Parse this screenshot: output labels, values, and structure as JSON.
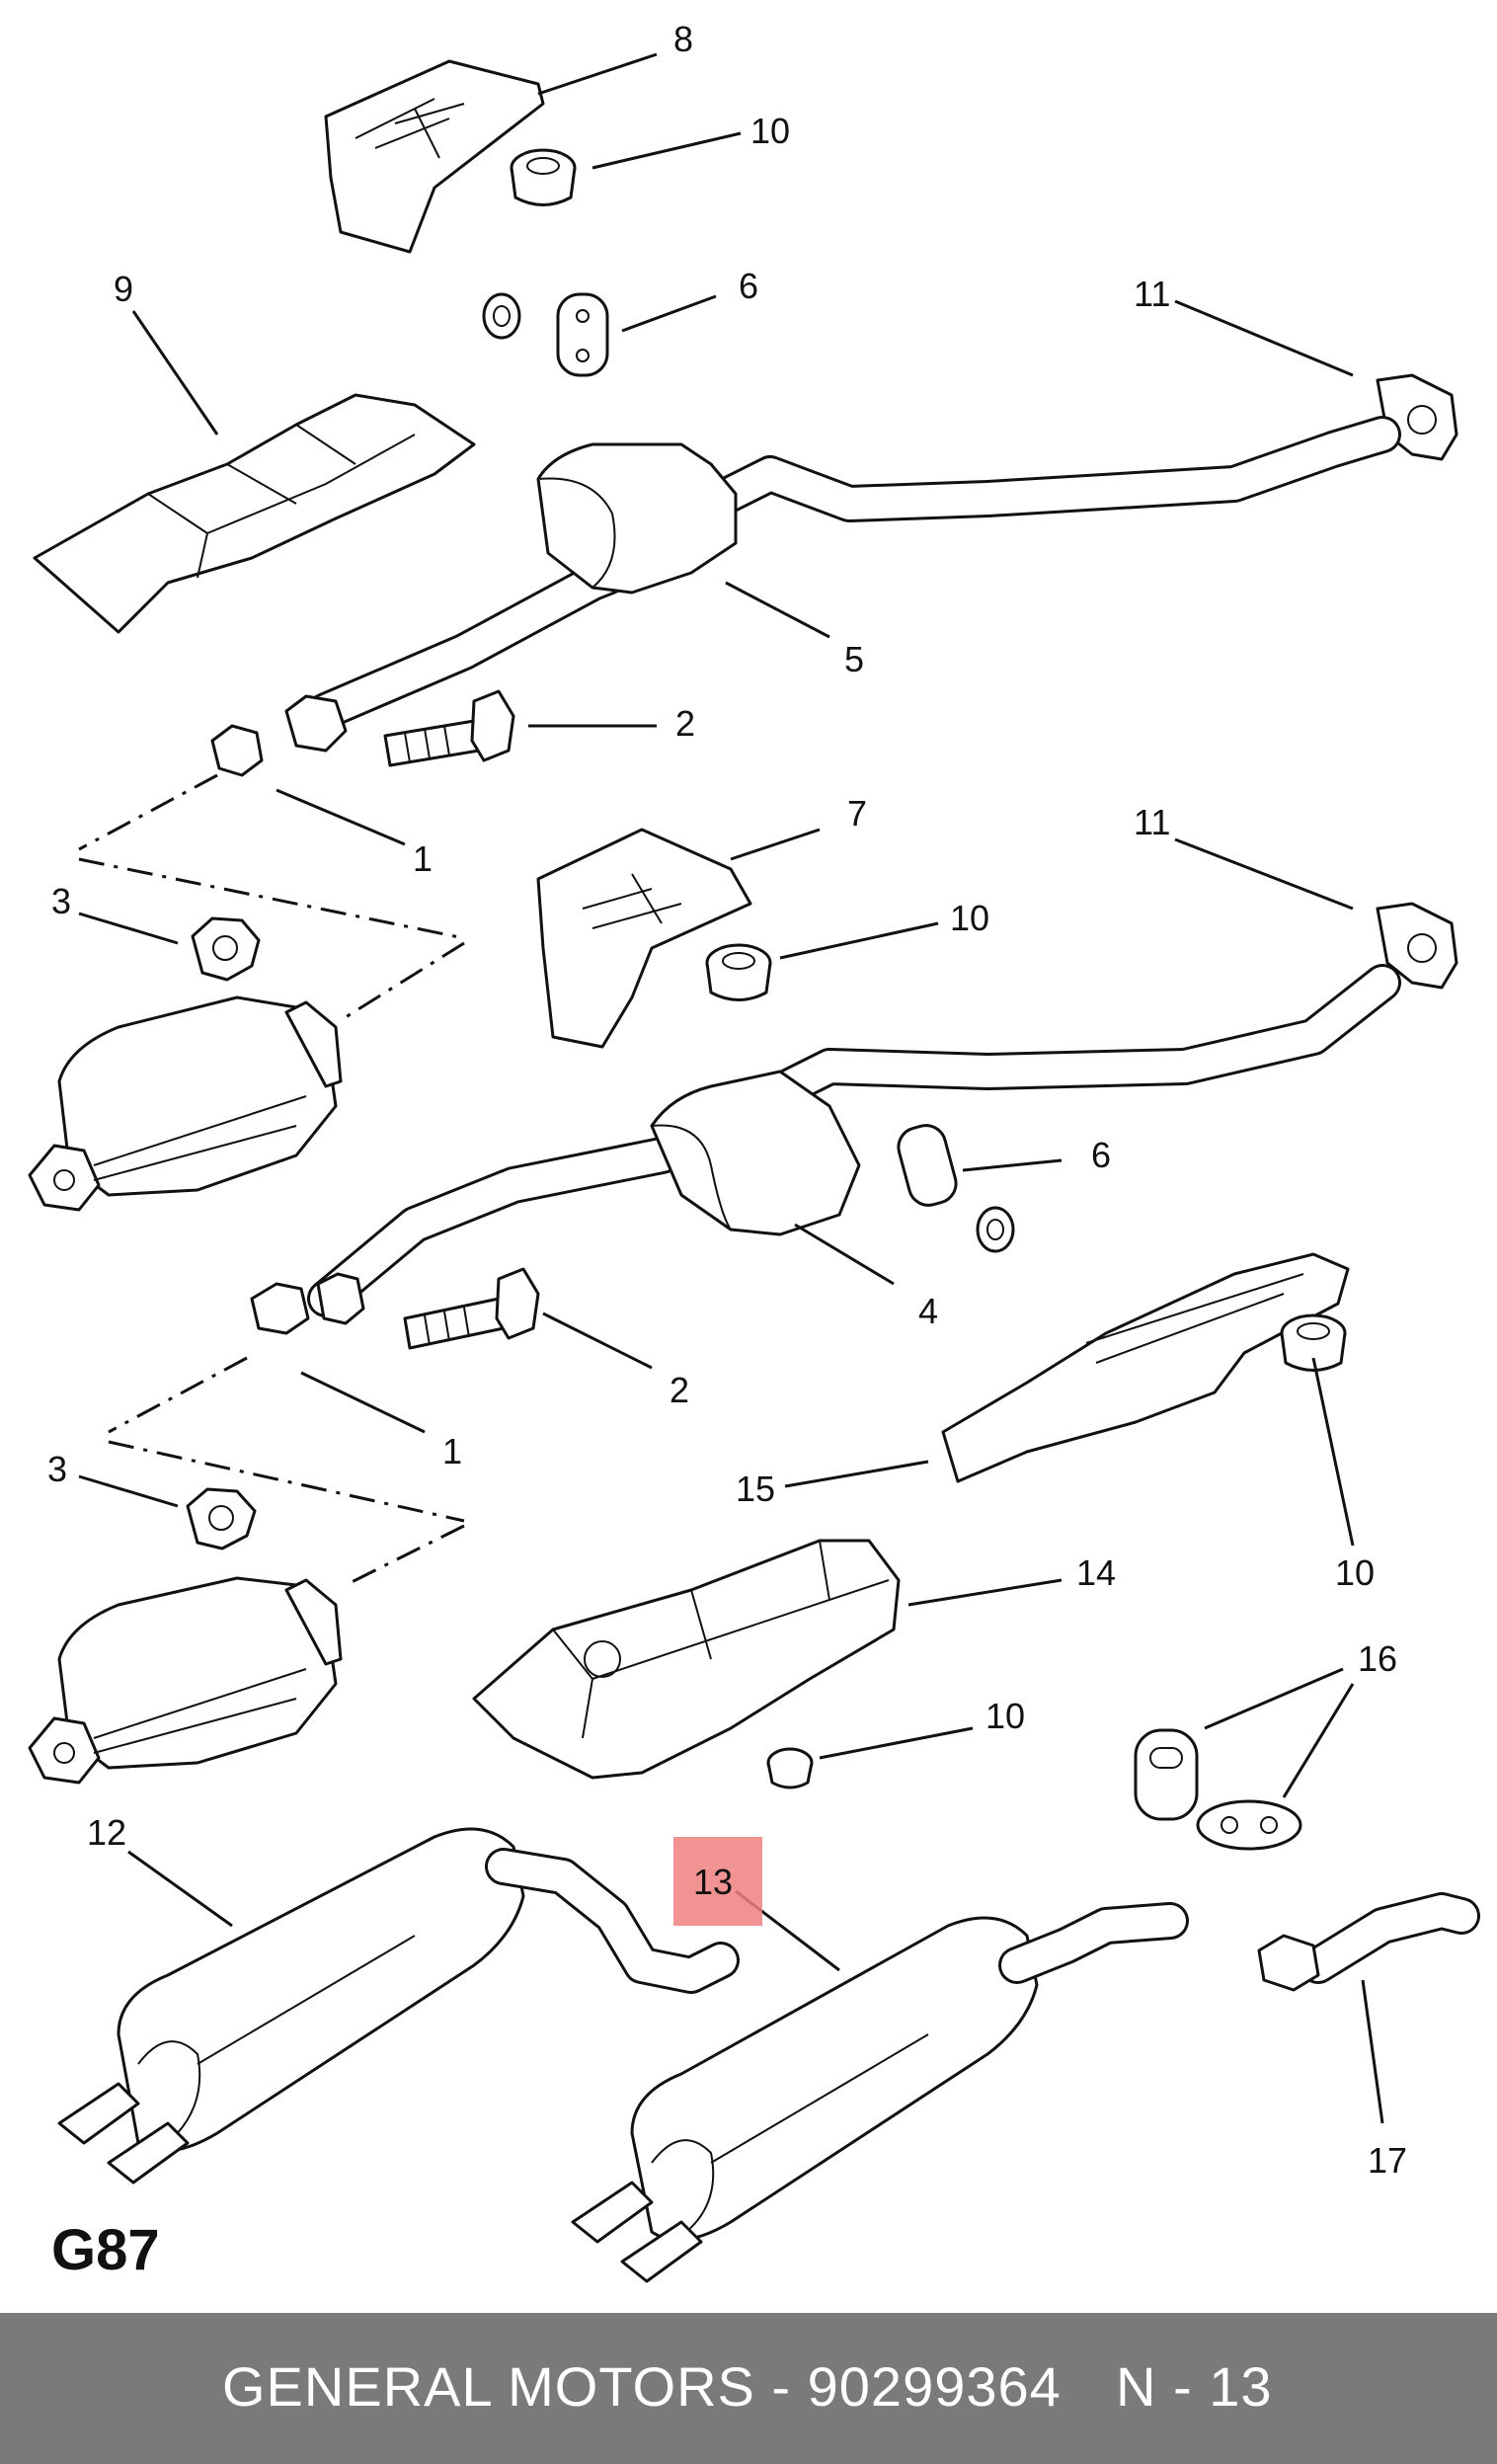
{
  "diagram": {
    "code": "G87",
    "highlighted_callout": "13",
    "callouts": {
      "c8": "8",
      "c10a": "10",
      "c9": "9",
      "c6a": "6",
      "c11a": "11",
      "c5": "5",
      "c2a": "2",
      "c1a": "1",
      "c3a": "3",
      "c7": "7",
      "c11b": "11",
      "c10b": "10",
      "c6b": "6",
      "c4": "4",
      "c2b": "2",
      "c1b": "1",
      "c15": "15",
      "c10c": "10",
      "c3b": "3",
      "c14": "14",
      "c16": "16",
      "c10d": "10",
      "c12": "12",
      "c13": "13",
      "c17": "17"
    },
    "highlight_color": "#f08080"
  },
  "footer": {
    "text": "GENERAL MOTORS - 90299364",
    "position": "N - 13",
    "background": "#7a7a7a"
  }
}
